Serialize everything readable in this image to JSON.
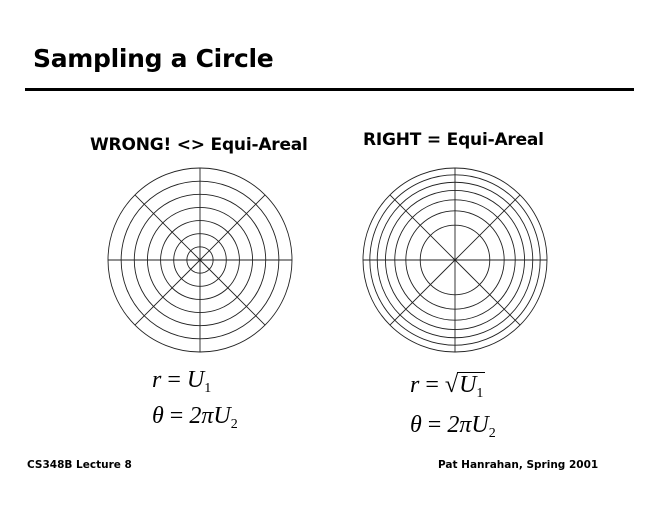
{
  "slide": {
    "title": "Sampling a Circle",
    "footer_left": "CS348B Lecture 8",
    "footer_right": "Pat Hanrahan, Spring 2001"
  },
  "left_panel": {
    "heading": "WRONG! <> Equi-Areal",
    "diagram": {
      "rings": 7,
      "spokes": 8,
      "spacing": "equal-radius"
    },
    "eq1": {
      "lhs": "r",
      "op": "=",
      "var": "U",
      "sub": "1"
    },
    "eq2": {
      "lhs": "θ",
      "op": "=",
      "coef": "2π",
      "var": "U",
      "sub": "2"
    }
  },
  "right_panel": {
    "heading": "RIGHT = Equi-Areal",
    "diagram": {
      "rings": 7,
      "spokes": 8,
      "spacing": "equal-area"
    },
    "eq1": {
      "lhs": "r",
      "op": "=",
      "sqrt": "√",
      "var": "U",
      "sub": "1"
    },
    "eq2": {
      "lhs": "θ",
      "op": "=",
      "coef": "2π",
      "var": "U",
      "sub": "2"
    }
  }
}
